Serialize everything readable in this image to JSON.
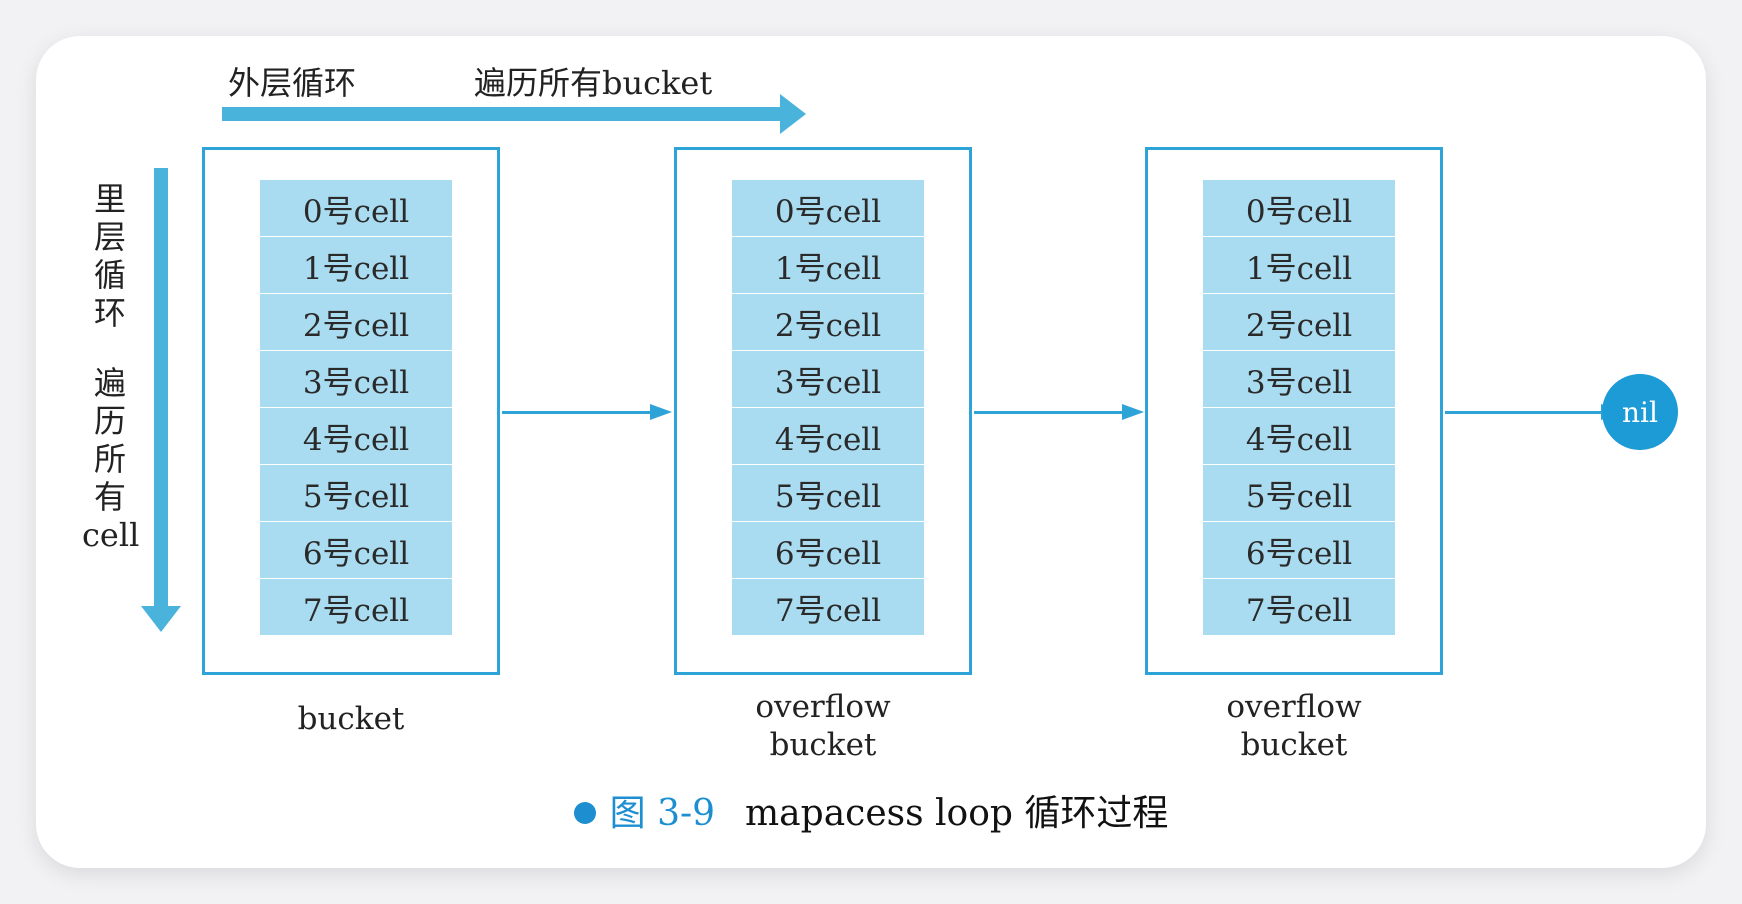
{
  "top": {
    "outer_loop_label": "外层循环",
    "outer_loop_desc": "遍历所有bucket"
  },
  "side": {
    "inner_loop_chars": [
      "里",
      "层",
      "循",
      "环"
    ],
    "inner_loop_desc_chars": [
      "遍",
      "历",
      "所",
      "有",
      "cell"
    ]
  },
  "buckets": [
    {
      "label_lines": [
        "bucket"
      ],
      "cells": [
        "0号cell",
        "1号cell",
        "2号cell",
        "3号cell",
        "4号cell",
        "5号cell",
        "6号cell",
        "7号cell"
      ]
    },
    {
      "label_lines": [
        "overflow",
        "bucket"
      ],
      "cells": [
        "0号cell",
        "1号cell",
        "2号cell",
        "3号cell",
        "4号cell",
        "5号cell",
        "6号cell",
        "7号cell"
      ]
    },
    {
      "label_lines": [
        "overflow",
        "bucket"
      ],
      "cells": [
        "0号cell",
        "1号cell",
        "2号cell",
        "3号cell",
        "4号cell",
        "5号cell",
        "6号cell",
        "7号cell"
      ]
    }
  ],
  "terminal": {
    "label": "nil"
  },
  "caption": {
    "number": "图 3-9",
    "text": "mapacess loop 循环过程"
  },
  "colors": {
    "arrow": "#4ab3dc",
    "border": "#2ea3d8",
    "cell_fill": "#a9dcf0",
    "nil_fill": "#1d9bd7",
    "caption_accent": "#1d8fd1"
  }
}
